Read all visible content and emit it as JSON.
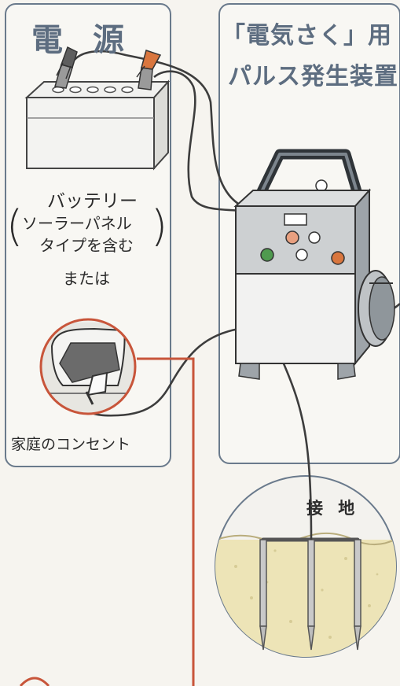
{
  "power_panel": {
    "title": "電 源"
  },
  "pulse_panel": {
    "title_line1": "「電気さく」用",
    "title_line2": "パルス発生装置"
  },
  "battery": {
    "label": "バッテリー",
    "note_line1": "ソーラーパネル",
    "note_line2": "タイプを含む",
    "paren_open": "(",
    "paren_close": ")"
  },
  "or_text": "または",
  "outlet": {
    "label": "家庭のコンセント"
  },
  "ground": {
    "label": "接 地"
  },
  "colors": {
    "panel_border": "#6a7a8c",
    "heading_text": "#5d6d80",
    "callout_line": "#c8553a",
    "clip_red": "#d9763e",
    "terminal_green": "#4f9a4f",
    "soil": "#ede4b7"
  }
}
